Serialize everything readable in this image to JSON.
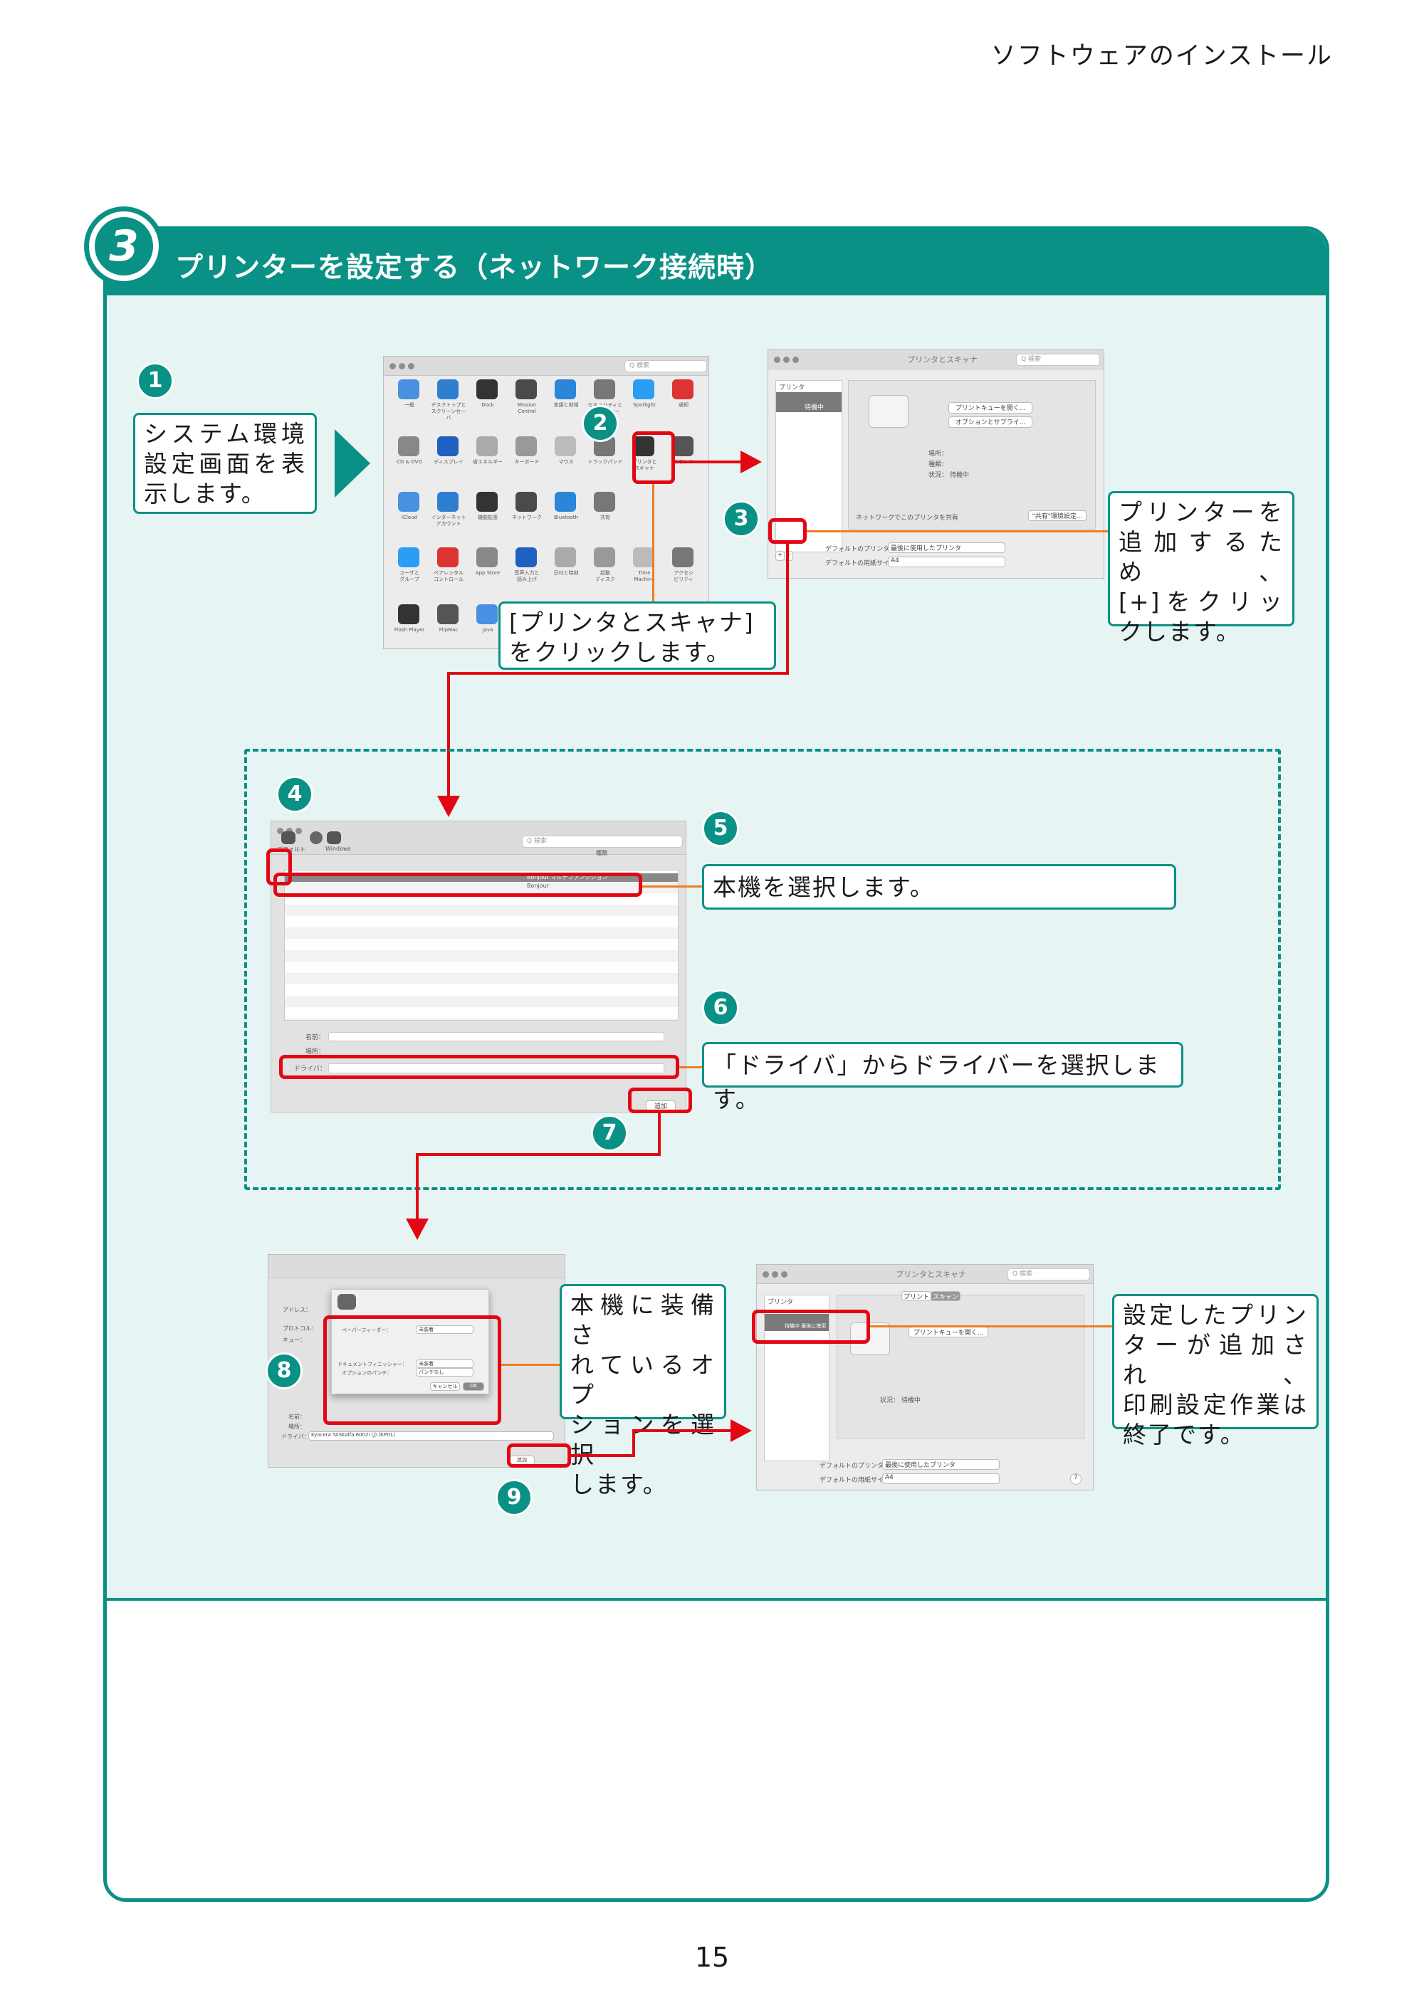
{
  "header": {
    "title": "ソフトウェアのインストール"
  },
  "section": {
    "step_number": "3",
    "title": "プリンターを設定する（ネットワーク接続時）"
  },
  "steps": {
    "n1": "1",
    "n2": "2",
    "n3": "3",
    "n4": "4",
    "n5": "5",
    "n6": "6",
    "n7": "7",
    "n8": "8",
    "n9": "9"
  },
  "callouts": {
    "c1_lines": [
      "システム環境",
      "設定画面を表",
      "示します。"
    ],
    "c2_lines": [
      "[プリンタとスキャナ]",
      "をクリックします。"
    ],
    "c3_lines": [
      "プリンターを",
      "追加するため、",
      "[+]をクリッ",
      "クします。"
    ],
    "c5": "本機を選択します。",
    "c6": "「ドライバ」からドライバーを選択します。",
    "c8_lines": [
      "本機に装備さ",
      "れているオプ",
      "ションを選択",
      "します。"
    ],
    "c9_lines": [
      "設定したプリン",
      "ターが追加され、",
      "印刷設定作業は",
      "終了です。"
    ]
  },
  "screens": {
    "prefs": {
      "search": "Q 検索",
      "row1": [
        "一般",
        "デスクトップと\nスクリーンセーバ",
        "Dock",
        "Mission\nControl",
        "言語と地域",
        "セキュリティと\nプライバシー",
        "Spotlight",
        "通知"
      ],
      "row2": [
        "CD & DVD",
        "ディスプレイ",
        "省エネルギー",
        "キーボード",
        "マウス",
        "トラックパッド",
        "プリンタと\nスキャナ",
        "サウンド"
      ],
      "row3": [
        "iCloud",
        "インターネット\nアカウント",
        "機能拡張",
        "ネットワーク",
        "Bluetooth",
        "共有"
      ],
      "row4": [
        "ユーザと\nグループ",
        "ペアレンタル\nコントロール",
        "App Store",
        "音声入力と\n読み上げ",
        "日付と時刻",
        "起動\nディスク",
        "Time\nMachine",
        "アクセシ\nビリティ"
      ],
      "row5": [
        "Flash Player",
        "FlipMac",
        "Java"
      ]
    },
    "printers": {
      "title": "プリンタとスキャナ",
      "search": "Q 検索",
      "list_header": "プリンタ",
      "status_idle": "待機中",
      "btn_queue": "プリントキューを開く...",
      "btn_options": "オプションとサプライ...",
      "lbl_location": "場所：",
      "lbl_kind": "種類：",
      "lbl_status": "状況：",
      "status_value": "待機中",
      "share": "ネットワークでこのプリンタを共有",
      "share_prefs": "\"共有\"環境設定...",
      "default_printer_lbl": "デフォルトのプリンタ：",
      "default_printer_val": "最後に使用したプリンタ",
      "paper_lbl": "デフォルトの用紙サイズ：",
      "paper_val": "A4",
      "plus": "+",
      "minus": "−"
    },
    "add": {
      "tab_default": "デフォルト",
      "tab_windows": "Windows",
      "search": "Q 検索",
      "col_kind": "種類",
      "row1_kind": "Bonjour マルチファンクション",
      "row2_kind": "Bonjour",
      "name_lbl": "名前：",
      "loc_lbl": "場所：",
      "driver_lbl": "ドライバ：",
      "add_btn": "追加"
    },
    "options": {
      "address_lbl": "アドレス：",
      "protocol_lbl": "プロトコル：",
      "queue_lbl": "キュー：",
      "name_lbl": "名前：",
      "loc_lbl": "場所：",
      "driver_lbl": "ドライバ：",
      "driver_val": "Kyocera TASKalfa 6002i (J) (KPDL)",
      "paper_feeder_lbl": "ペーパーフィーダー：",
      "paper_feeder_val": "未装着",
      "doc_finisher_lbl": "ドキュメントフィニッシャー：",
      "doc_finisher_val": "未装着",
      "punch_lbl": "オプションのパンチ：",
      "punch_val": "パンチなし",
      "cancel": "キャンセル",
      "ok": "OK",
      "add_btn": "追加"
    },
    "final": {
      "title": "プリンタとスキャナ",
      "search": "Q 検索",
      "tab_print": "プリント",
      "tab_scan": "スキャン",
      "list_header": "プリンタ",
      "status_idle": "待機中 最後に使用",
      "btn_queue": "プリントキューを開く...",
      "status_lbl": "状況：",
      "status_value": "待機中",
      "default_printer_lbl": "デフォルトのプリンタ：",
      "default_printer_val": "最後に使用したプリンタ",
      "paper_lbl": "デフォルトの用紙サイズ：",
      "paper_val": "A4",
      "help": "?"
    }
  },
  "page_number": "15",
  "colors": {
    "accent": "#0a9185",
    "highlight": "#e30613",
    "leader": "#ef7d22",
    "panel": "#e6f4f3"
  }
}
